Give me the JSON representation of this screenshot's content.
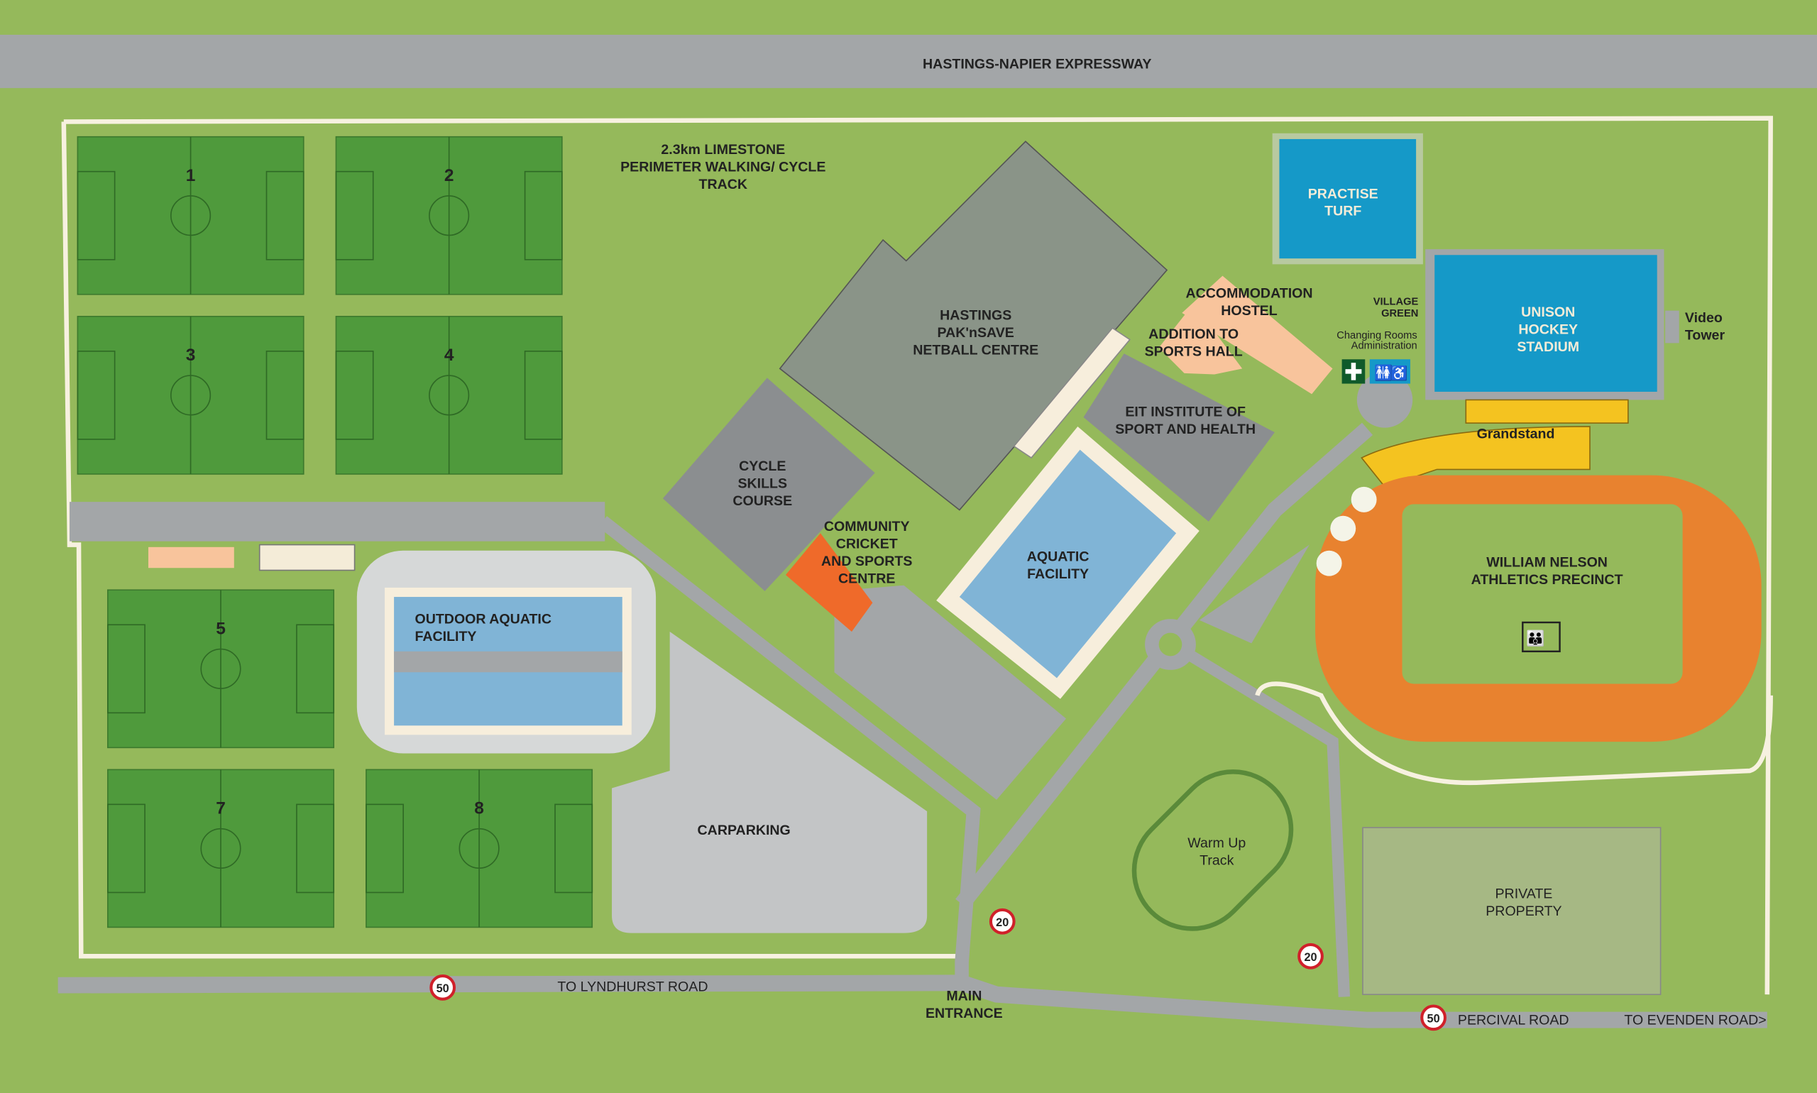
{
  "title": "Regional Sports Park map",
  "roads": {
    "expressway": "HASTINGS-NAPIER EXPRESSWAY",
    "lyndhurst": "TO LYNDHURST ROAD",
    "percival": "PERCIVAL ROAD",
    "evenden": "TO EVENDEN ROAD>",
    "main_entrance": [
      "MAIN",
      "ENTRANCE"
    ]
  },
  "speed_signs": {
    "fifty": "50",
    "twenty": "20"
  },
  "track_label": [
    "2.3km LIMESTONE",
    "PERIMETER WALKING/ CYCLE",
    "TRACK"
  ],
  "fields": [
    "1",
    "2",
    "3",
    "4",
    "5",
    "7",
    "8"
  ],
  "facilities": {
    "netball": [
      "HASTINGS",
      "PAK'nSAVE",
      "NETBALL CENTRE"
    ],
    "practise_turf": [
      "PRACTISE",
      "TURF"
    ],
    "hockey": [
      "UNISON",
      "HOCKEY",
      "STADIUM"
    ],
    "video_tower": [
      "Video",
      "Tower"
    ],
    "village_green": [
      "VILLAGE",
      "GREEN"
    ],
    "changing_rooms": [
      "Changing Rooms",
      "Administration"
    ],
    "accommodation": [
      "ACCOMMODATION",
      "HOSTEL"
    ],
    "addition": [
      "ADDITION TO",
      "SPORTS HALL"
    ],
    "eit": [
      "EIT INSTITUTE OF",
      "SPORT AND HEALTH"
    ],
    "grandstand": "Grandstand",
    "cycle_skills": [
      "CYCLE",
      "SKILLS",
      "COURSE"
    ],
    "cricket": [
      "COMMUNITY",
      "CRICKET",
      "AND SPORTS",
      "CENTRE"
    ],
    "aquatic": [
      "AQUATIC",
      "FACILITY"
    ],
    "outdoor_aquatic": [
      "OUTDOOR AQUATIC",
      "FACILITY"
    ],
    "athletics": [
      "WILLIAM NELSON",
      "ATHLETICS PRECINCT"
    ],
    "carparking": "CARPARKING",
    "warmup": [
      "Warm Up",
      "Track"
    ],
    "private": [
      "PRIVATE",
      "PROPERTY"
    ]
  },
  "icons": [
    "first-aid-icon",
    "toilets-icon",
    "accessible-icon",
    "spectators-icon"
  ],
  "colors": {
    "grass": "#95b95b",
    "field": "#4f9a3c",
    "road": "#a3a6a8",
    "pool": "#80b4d6",
    "hockey": "#1599c8",
    "track": "#e8822f",
    "peach": "#f8c49c",
    "building": "#8b8e90",
    "netball": "#8a9488",
    "cricket": "#ef6a2a",
    "grandstand": "#f4c320"
  }
}
